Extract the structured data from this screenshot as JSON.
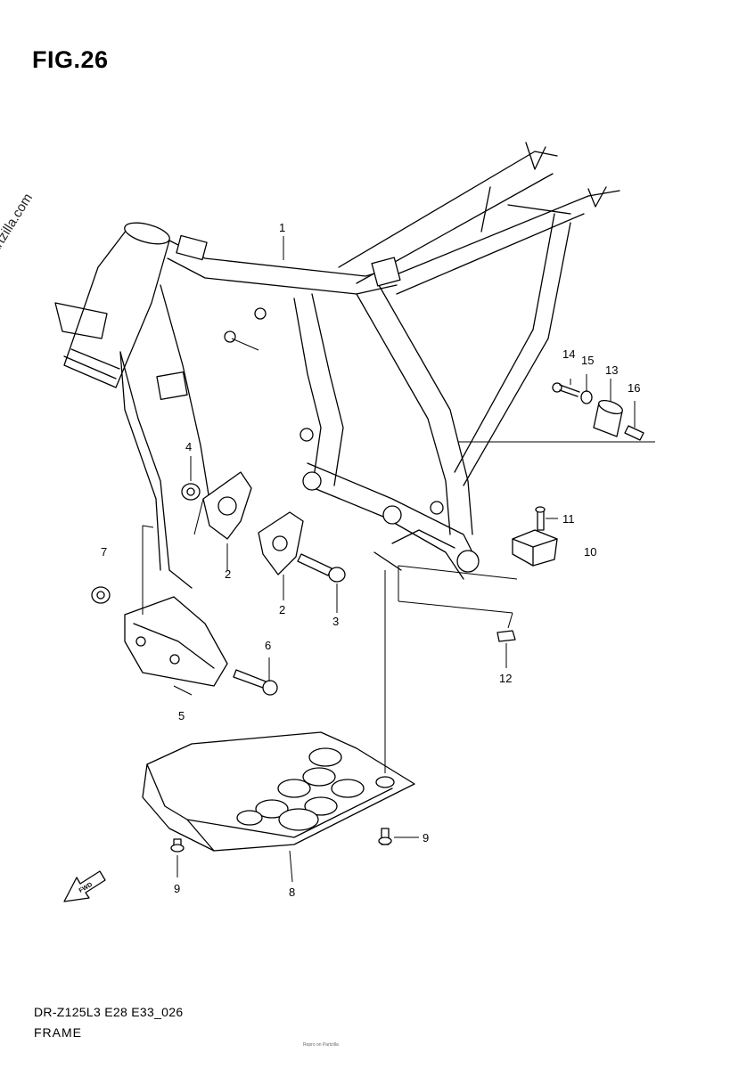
{
  "figure": {
    "title": "FIG.26"
  },
  "watermark": "© Partzilla.com",
  "callouts": [
    {
      "id": "c1",
      "text": "1"
    },
    {
      "id": "c2a",
      "text": "2"
    },
    {
      "id": "c2b",
      "text": "2"
    },
    {
      "id": "c3",
      "text": "3"
    },
    {
      "id": "c4",
      "text": "4"
    },
    {
      "id": "c5",
      "text": "5"
    },
    {
      "id": "c6",
      "text": "6"
    },
    {
      "id": "c7",
      "text": "7"
    },
    {
      "id": "c8",
      "text": "8"
    },
    {
      "id": "c9a",
      "text": "9"
    },
    {
      "id": "c9b",
      "text": "9"
    },
    {
      "id": "c10",
      "text": "10"
    },
    {
      "id": "c11",
      "text": "11"
    },
    {
      "id": "c12",
      "text": "12"
    },
    {
      "id": "c13",
      "text": "13"
    },
    {
      "id": "c14",
      "text": "14"
    },
    {
      "id": "c15",
      "text": "15"
    },
    {
      "id": "c16",
      "text": "16"
    }
  ],
  "fwd_label": "FWD",
  "footer": {
    "model_code": "DR-Z125L3 E28 E33_026",
    "section": "FRAME",
    "note": "Repro on Partzilla"
  }
}
